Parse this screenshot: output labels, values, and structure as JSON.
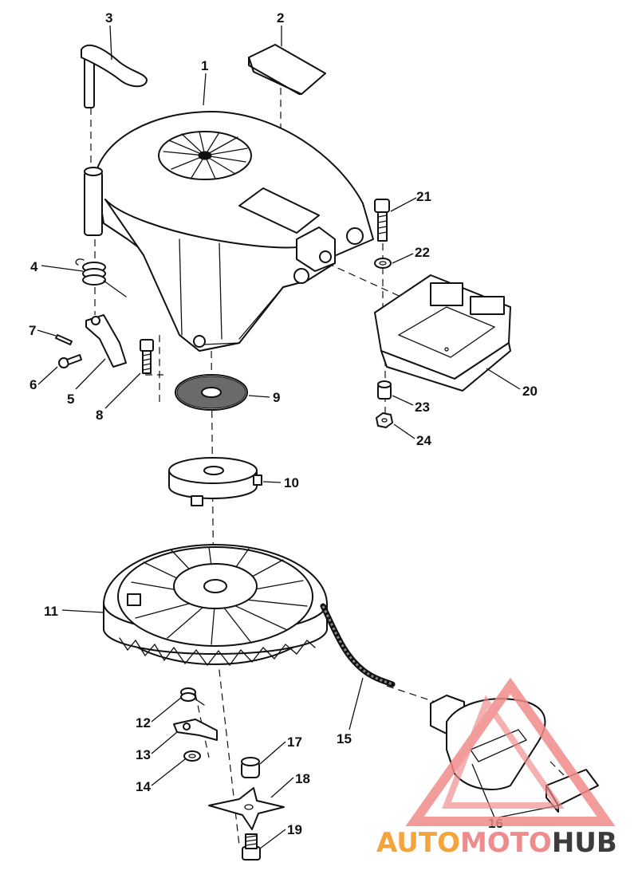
{
  "diagram": {
    "callouts": [
      {
        "id": "1",
        "label": "1"
      },
      {
        "id": "2",
        "label": "2"
      },
      {
        "id": "3",
        "label": "3"
      },
      {
        "id": "4",
        "label": "4"
      },
      {
        "id": "5",
        "label": "5"
      },
      {
        "id": "6",
        "label": "6"
      },
      {
        "id": "7",
        "label": "7"
      },
      {
        "id": "8",
        "label": "8"
      },
      {
        "id": "9",
        "label": "9"
      },
      {
        "id": "10",
        "label": "10"
      },
      {
        "id": "11",
        "label": "11"
      },
      {
        "id": "12",
        "label": "12"
      },
      {
        "id": "13",
        "label": "13"
      },
      {
        "id": "14",
        "label": "14"
      },
      {
        "id": "15",
        "label": "15"
      },
      {
        "id": "16",
        "label": "16"
      },
      {
        "id": "17",
        "label": "17"
      },
      {
        "id": "18",
        "label": "18"
      },
      {
        "id": "19",
        "label": "19"
      },
      {
        "id": "20",
        "label": "20"
      },
      {
        "id": "21",
        "label": "21"
      },
      {
        "id": "22",
        "label": "22"
      },
      {
        "id": "23",
        "label": "23"
      },
      {
        "id": "24",
        "label": "24"
      }
    ]
  },
  "watermark": {
    "part1": "AUTO",
    "part2": "MOTO",
    "part3": "HUB",
    "colors": {
      "accent": "#f4a43a",
      "secondary": "#f08b8b",
      "dark": "#3c3c3c"
    }
  }
}
